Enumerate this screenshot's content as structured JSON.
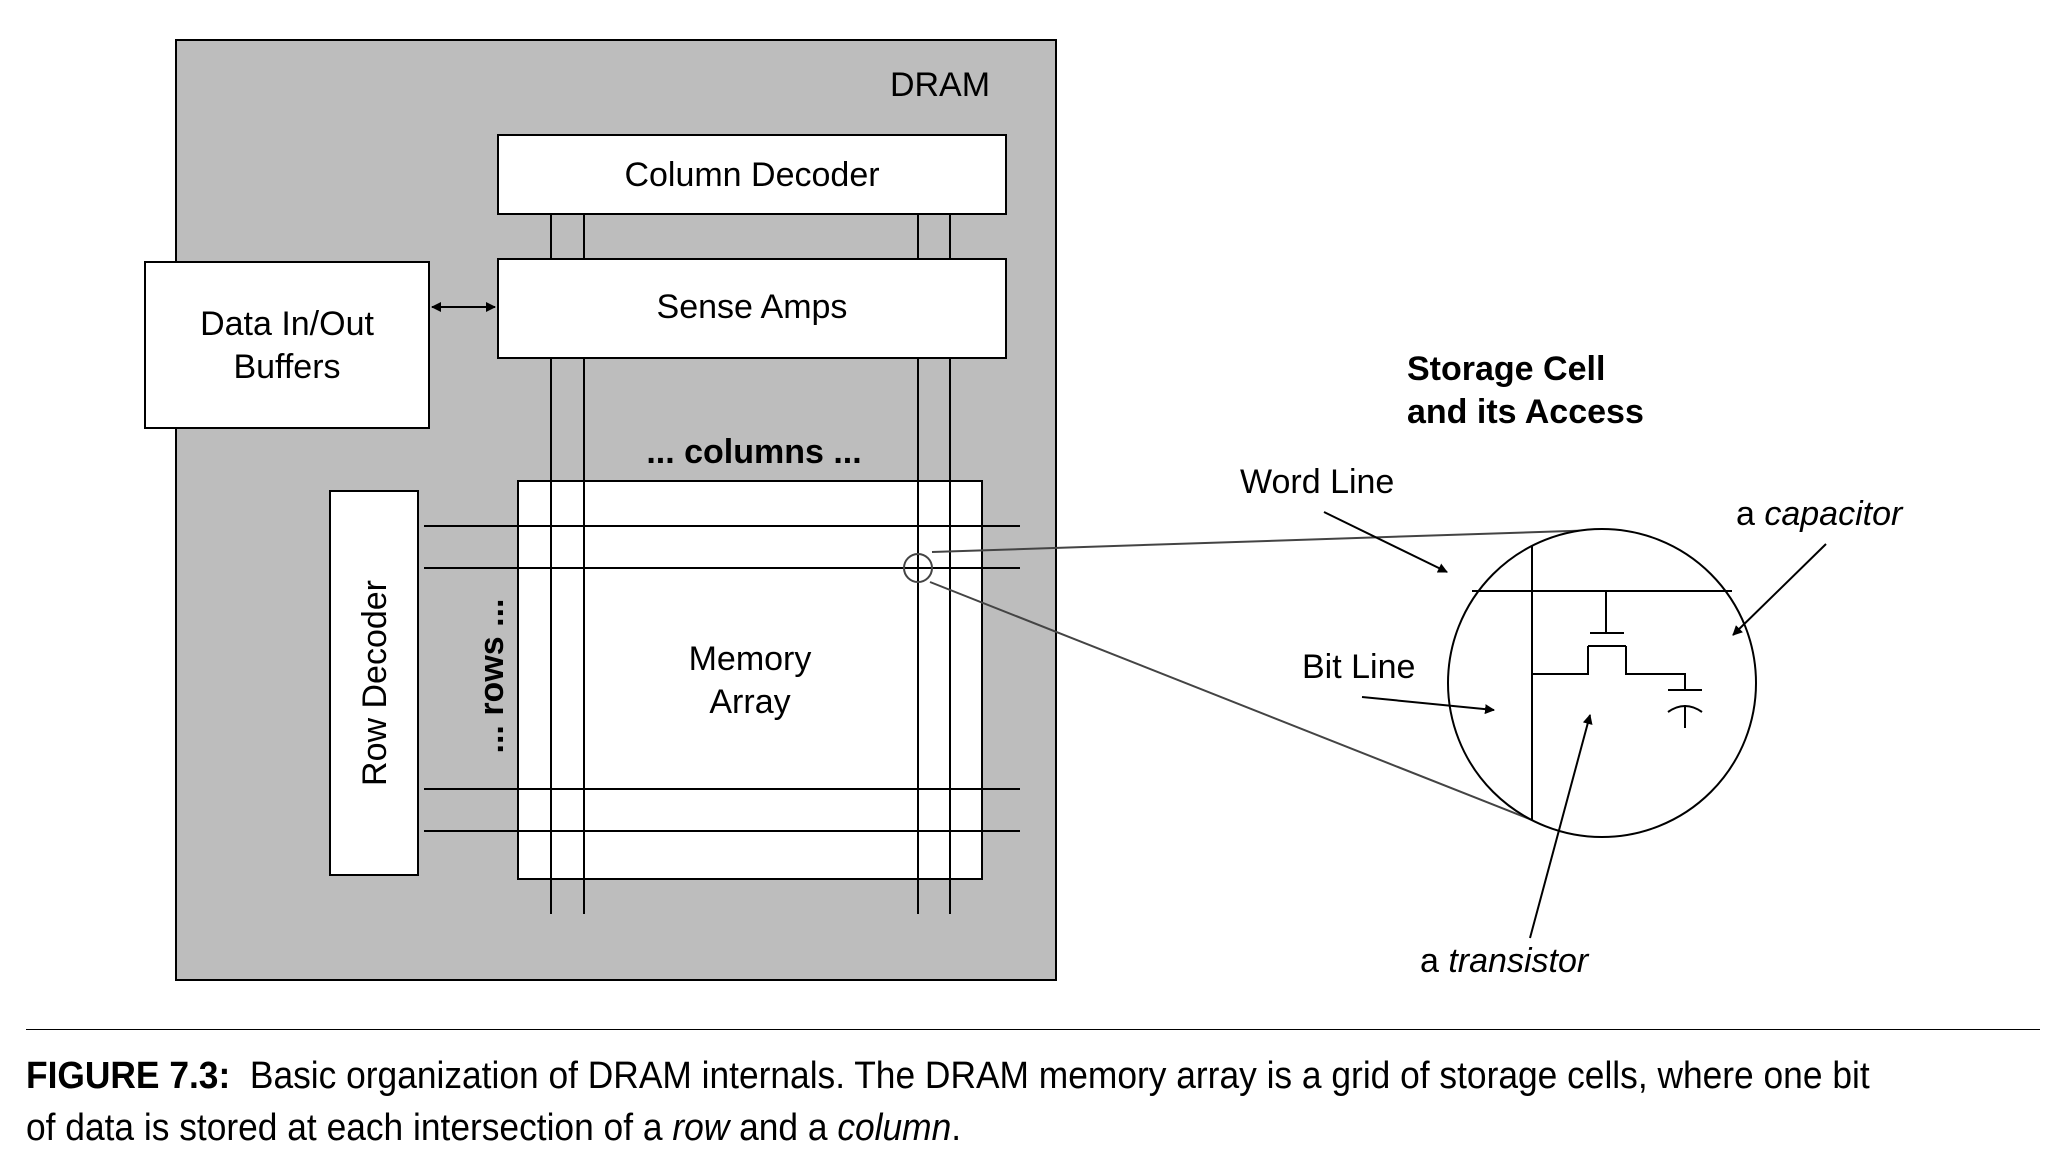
{
  "diagram": {
    "dram_label": "DRAM",
    "column_decoder": "Column Decoder",
    "sense_amps": "Sense Amps",
    "data_buffers_line1": "Data In/Out",
    "data_buffers_line2": "Buffers",
    "columns_label": "... columns ...",
    "rows_label": "... rows ...",
    "row_decoder": "Row Decoder",
    "memory_array_line1": "Memory",
    "memory_array_line2": "Array",
    "storage_cell_title_line1": "Storage Cell",
    "storage_cell_title_line2": "and its Access",
    "word_line": "Word Line",
    "bit_line": "Bit Line",
    "capacitor_prefix": "a ",
    "capacitor_word": "capacitor",
    "transistor_prefix": "a ",
    "transistor_word": "transistor"
  },
  "caption": {
    "label": "FIGURE 7.3:",
    "text_part1": "Basic organization of DRAM internals. The DRAM memory array is a grid of storage cells, where one bit of data is stored at each intersection of a ",
    "row_word": "row",
    "text_part2": " and a ",
    "column_word": "column",
    "text_part3": "."
  },
  "colors": {
    "dram_background": "#bdbdbd",
    "box_fill": "#ffffff",
    "stroke": "#000000",
    "magnifier_line": "#444444"
  }
}
